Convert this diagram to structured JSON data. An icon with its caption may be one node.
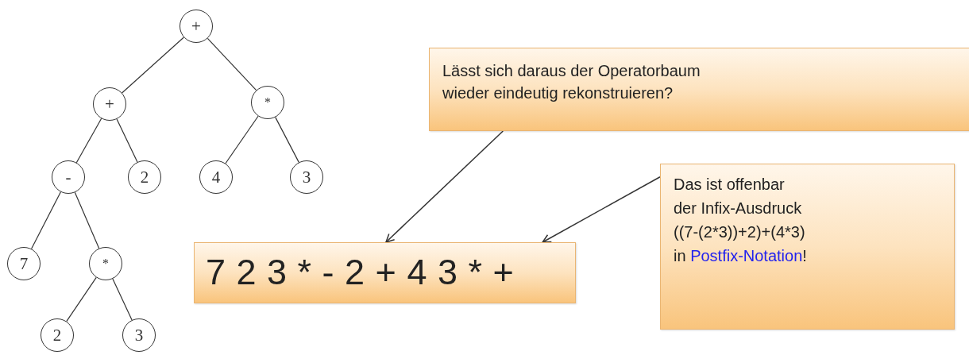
{
  "diagram": {
    "nodes": [
      {
        "text": [
          "+"
        ]
      },
      {
        "text": [
          "+"
        ]
      },
      {
        "text": [
          "*"
        ]
      },
      {
        "text": [
          "-"
        ]
      },
      {
        "text": [
          "2"
        ]
      },
      {
        "text": [
          "4"
        ]
      },
      {
        "text": [
          "3"
        ]
      },
      {
        "text": [
          "7"
        ]
      },
      {
        "text": [
          "*"
        ]
      },
      {
        "text": [
          "2"
        ]
      },
      {
        "text": [
          "3"
        ]
      },
      {
        "text": [
          "Lässt sich daraus der Operatorbaum wieder eindeutig rekonstruieren?"
        ]
      },
      {
        "text": [
          "7 2 3 * - 2 + 4 3 * +"
        ]
      },
      {
        "text": [
          "Das ist offenbar der Infix-Ausdruck ((7-(2*3))+2)+(4*3) in *Postfix-Notation*!"
        ]
      }
    ],
    "edges": [
      {
        "from": 0,
        "to": 1,
        "arrow": "none"
      },
      {
        "from": 0,
        "to": 2,
        "arrow": "none"
      },
      {
        "from": 1,
        "to": 3,
        "arrow": "none"
      },
      {
        "from": 1,
        "to": 4,
        "arrow": "none"
      },
      {
        "from": 2,
        "to": 5,
        "arrow": "none"
      },
      {
        "from": 2,
        "to": 6,
        "arrow": "none"
      },
      {
        "from": 3,
        "to": 7,
        "arrow": "none"
      },
      {
        "from": 3,
        "to": 8,
        "arrow": "none"
      },
      {
        "from": 8,
        "to": 9,
        "arrow": "none"
      },
      {
        "from": 8,
        "to": 10,
        "arrow": "none"
      },
      {
        "from": 11,
        "to": 12,
        "arrow": "to"
      },
      {
        "from": 13,
        "to": 12,
        "arrow": "to"
      }
    ]
  }
}
